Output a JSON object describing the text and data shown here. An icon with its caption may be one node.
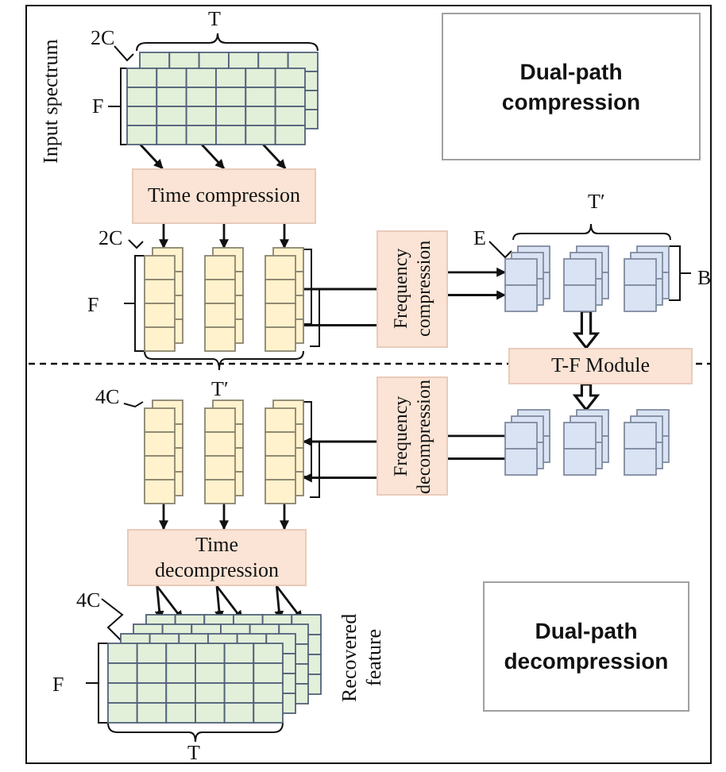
{
  "diagram": {
    "nodes": [
      {
        "text": [
          "Dual-path compression"
        ]
      },
      {
        "text": [],
        "shape": "picture",
        "beside": [
          "Input spectrum"
        ]
      },
      {
        "text": [
          "Time compression"
        ]
      },
      {
        "text": [],
        "shape": "picture"
      },
      {
        "text": [],
        "shape": "picture"
      },
      {
        "text": [],
        "shape": "picture"
      },
      {
        "text": [
          "Frequency compression"
        ]
      },
      {
        "text": [],
        "shape": "picture"
      },
      {
        "text": [],
        "shape": "picture"
      },
      {
        "text": [],
        "shape": "picture"
      },
      {
        "text": [
          "T-F Module"
        ]
      },
      {
        "text": [
          "Frequency decompression"
        ]
      },
      {
        "text": [],
        "shape": "picture"
      },
      {
        "text": [],
        "shape": "picture"
      },
      {
        "text": [],
        "shape": "picture"
      },
      {
        "text": [],
        "shape": "picture"
      },
      {
        "text": [],
        "shape": "picture"
      },
      {
        "text": [],
        "shape": "picture"
      },
      {
        "text": [
          "Time decompression"
        ]
      },
      {
        "text": [],
        "shape": "picture",
        "beside": [
          "Recovered feature"
        ]
      },
      {
        "text": [
          "Dual-path decompression"
        ]
      }
    ],
    "edges": [
      {
        "from": 1,
        "to": 2,
        "arrow": "to"
      },
      {
        "from": 1,
        "to": 2,
        "arrow": "to"
      },
      {
        "from": 1,
        "to": 2,
        "arrow": "to"
      },
      {
        "from": 2,
        "to": 3,
        "arrow": "to"
      },
      {
        "from": 2,
        "to": 4,
        "arrow": "to"
      },
      {
        "from": 2,
        "to": 5,
        "arrow": "to"
      },
      {
        "from": 5,
        "to": 6,
        "arrow": "none"
      },
      {
        "from": 5,
        "to": 6,
        "arrow": "none"
      },
      {
        "from": 6,
        "to": 7,
        "arrow": "to"
      },
      {
        "from": 6,
        "to": 7,
        "arrow": "to"
      },
      {
        "from": 8,
        "to": 10,
        "arrow": "to",
        "style": "thick"
      },
      {
        "from": 10,
        "to": 13,
        "arrow": "to",
        "style": "thick"
      },
      {
        "from": 12,
        "to": 11,
        "arrow": "none"
      },
      {
        "from": 12,
        "to": 11,
        "arrow": "none"
      },
      {
        "from": 11,
        "to": 17,
        "arrow": "to"
      },
      {
        "from": 11,
        "to": 17,
        "arrow": "to"
      },
      {
        "from": 15,
        "to": 18,
        "arrow": "to"
      },
      {
        "from": 16,
        "to": 18,
        "arrow": "to"
      },
      {
        "from": 17,
        "to": 18,
        "arrow": "to"
      },
      {
        "from": 18,
        "to": 19,
        "arrow": "to"
      },
      {
        "from": 18,
        "to": 19,
        "arrow": "to"
      },
      {
        "from": 18,
        "to": 19,
        "arrow": "to"
      },
      {
        "from": 18,
        "to": 19,
        "arrow": "to"
      },
      {
        "from": 18,
        "to": 19,
        "arrow": "to"
      },
      {
        "from": 18,
        "to": 19,
        "arrow": "to"
      }
    ],
    "labels": [
      "T",
      "2C",
      "F",
      "2C",
      "F",
      "E",
      "T′",
      "B",
      "T′",
      "4C",
      "4C",
      "F",
      "T"
    ]
  }
}
